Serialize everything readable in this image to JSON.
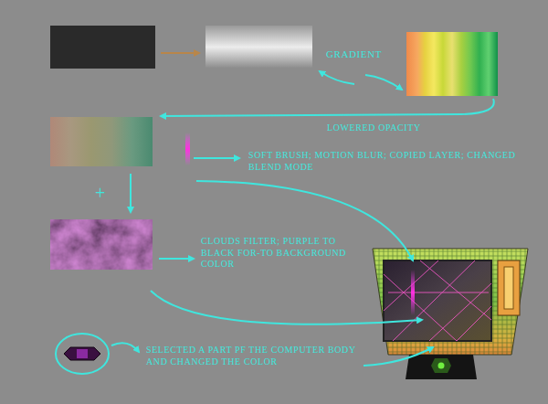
{
  "diagram": {
    "labels": [
      "GRADIENT",
      "LOWERED OPACITY",
      "SOFT BRUSH; MOTION BLUR; COPIED LAYER; CHANGED BLEND MODE",
      "+",
      "CLOUDS FILTER; PURPLE TO BLACK FOR-TO BACKGROUND COLOR",
      "SELECTED A PART PF THE COMPUTER BODY AND CHANGED THE COLOR"
    ]
  }
}
